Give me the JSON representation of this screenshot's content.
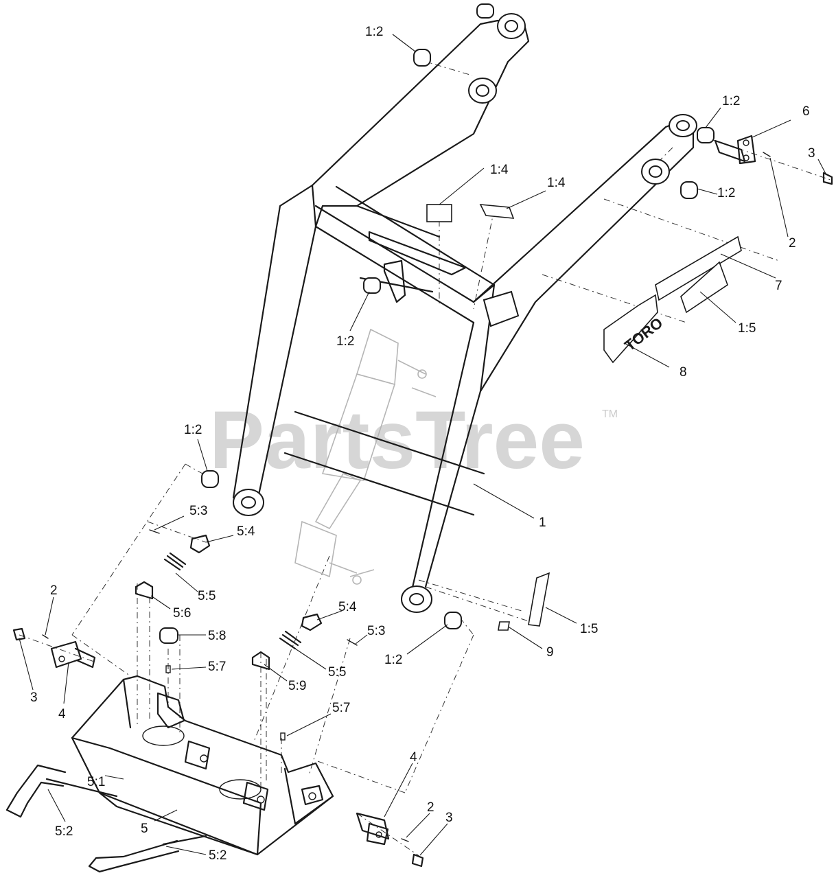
{
  "watermark": {
    "text": "PartsTree",
    "trademark": "TM",
    "color": "#d6d6d6"
  },
  "decal_logo": "TORO",
  "callouts": [
    {
      "id": "c-1-2-top",
      "text": "1:2"
    },
    {
      "id": "c-1-2-right-a",
      "text": "1:2"
    },
    {
      "id": "c-6",
      "text": "6"
    },
    {
      "id": "c-3-top",
      "text": "3"
    },
    {
      "id": "c-1-4-a",
      "text": "1:4"
    },
    {
      "id": "c-1-4-b",
      "text": "1:4"
    },
    {
      "id": "c-1-2-right-b",
      "text": "1:2"
    },
    {
      "id": "c-2-top",
      "text": "2"
    },
    {
      "id": "c-7",
      "text": "7"
    },
    {
      "id": "c-1-2-center",
      "text": "1:2"
    },
    {
      "id": "c-1-5-top",
      "text": "1:5"
    },
    {
      "id": "c-8",
      "text": "8"
    },
    {
      "id": "c-1-2-left",
      "text": "1:2"
    },
    {
      "id": "c-1",
      "text": "1"
    },
    {
      "id": "c-5-3-top",
      "text": "5:3"
    },
    {
      "id": "c-5-4-top",
      "text": "5:4"
    },
    {
      "id": "c-5-5-top",
      "text": "5:5"
    },
    {
      "id": "c-2-left",
      "text": "2"
    },
    {
      "id": "c-5-6",
      "text": "5:6"
    },
    {
      "id": "c-5-4-mid",
      "text": "5:4"
    },
    {
      "id": "c-1-5-bottom",
      "text": "1:5"
    },
    {
      "id": "c-5-8",
      "text": "5:8"
    },
    {
      "id": "c-5-3-mid",
      "text": "5:3"
    },
    {
      "id": "c-9",
      "text": "9"
    },
    {
      "id": "c-5-7-top",
      "text": "5:7"
    },
    {
      "id": "c-5-5-mid",
      "text": "5:5"
    },
    {
      "id": "c-1-2-bottom",
      "text": "1:2"
    },
    {
      "id": "c-3-left",
      "text": "3"
    },
    {
      "id": "c-4-left",
      "text": "4"
    },
    {
      "id": "c-5-9",
      "text": "5:9"
    },
    {
      "id": "c-5-7-mid",
      "text": "5:7"
    },
    {
      "id": "c-5-1",
      "text": "5:1"
    },
    {
      "id": "c-5-2-left",
      "text": "5:2"
    },
    {
      "id": "c-4-bottom",
      "text": "4"
    },
    {
      "id": "c-2-bottom",
      "text": "2"
    },
    {
      "id": "c-3-bottom",
      "text": "3"
    },
    {
      "id": "c-5",
      "text": "5"
    },
    {
      "id": "c-5-2-bottom",
      "text": "5:2"
    }
  ]
}
